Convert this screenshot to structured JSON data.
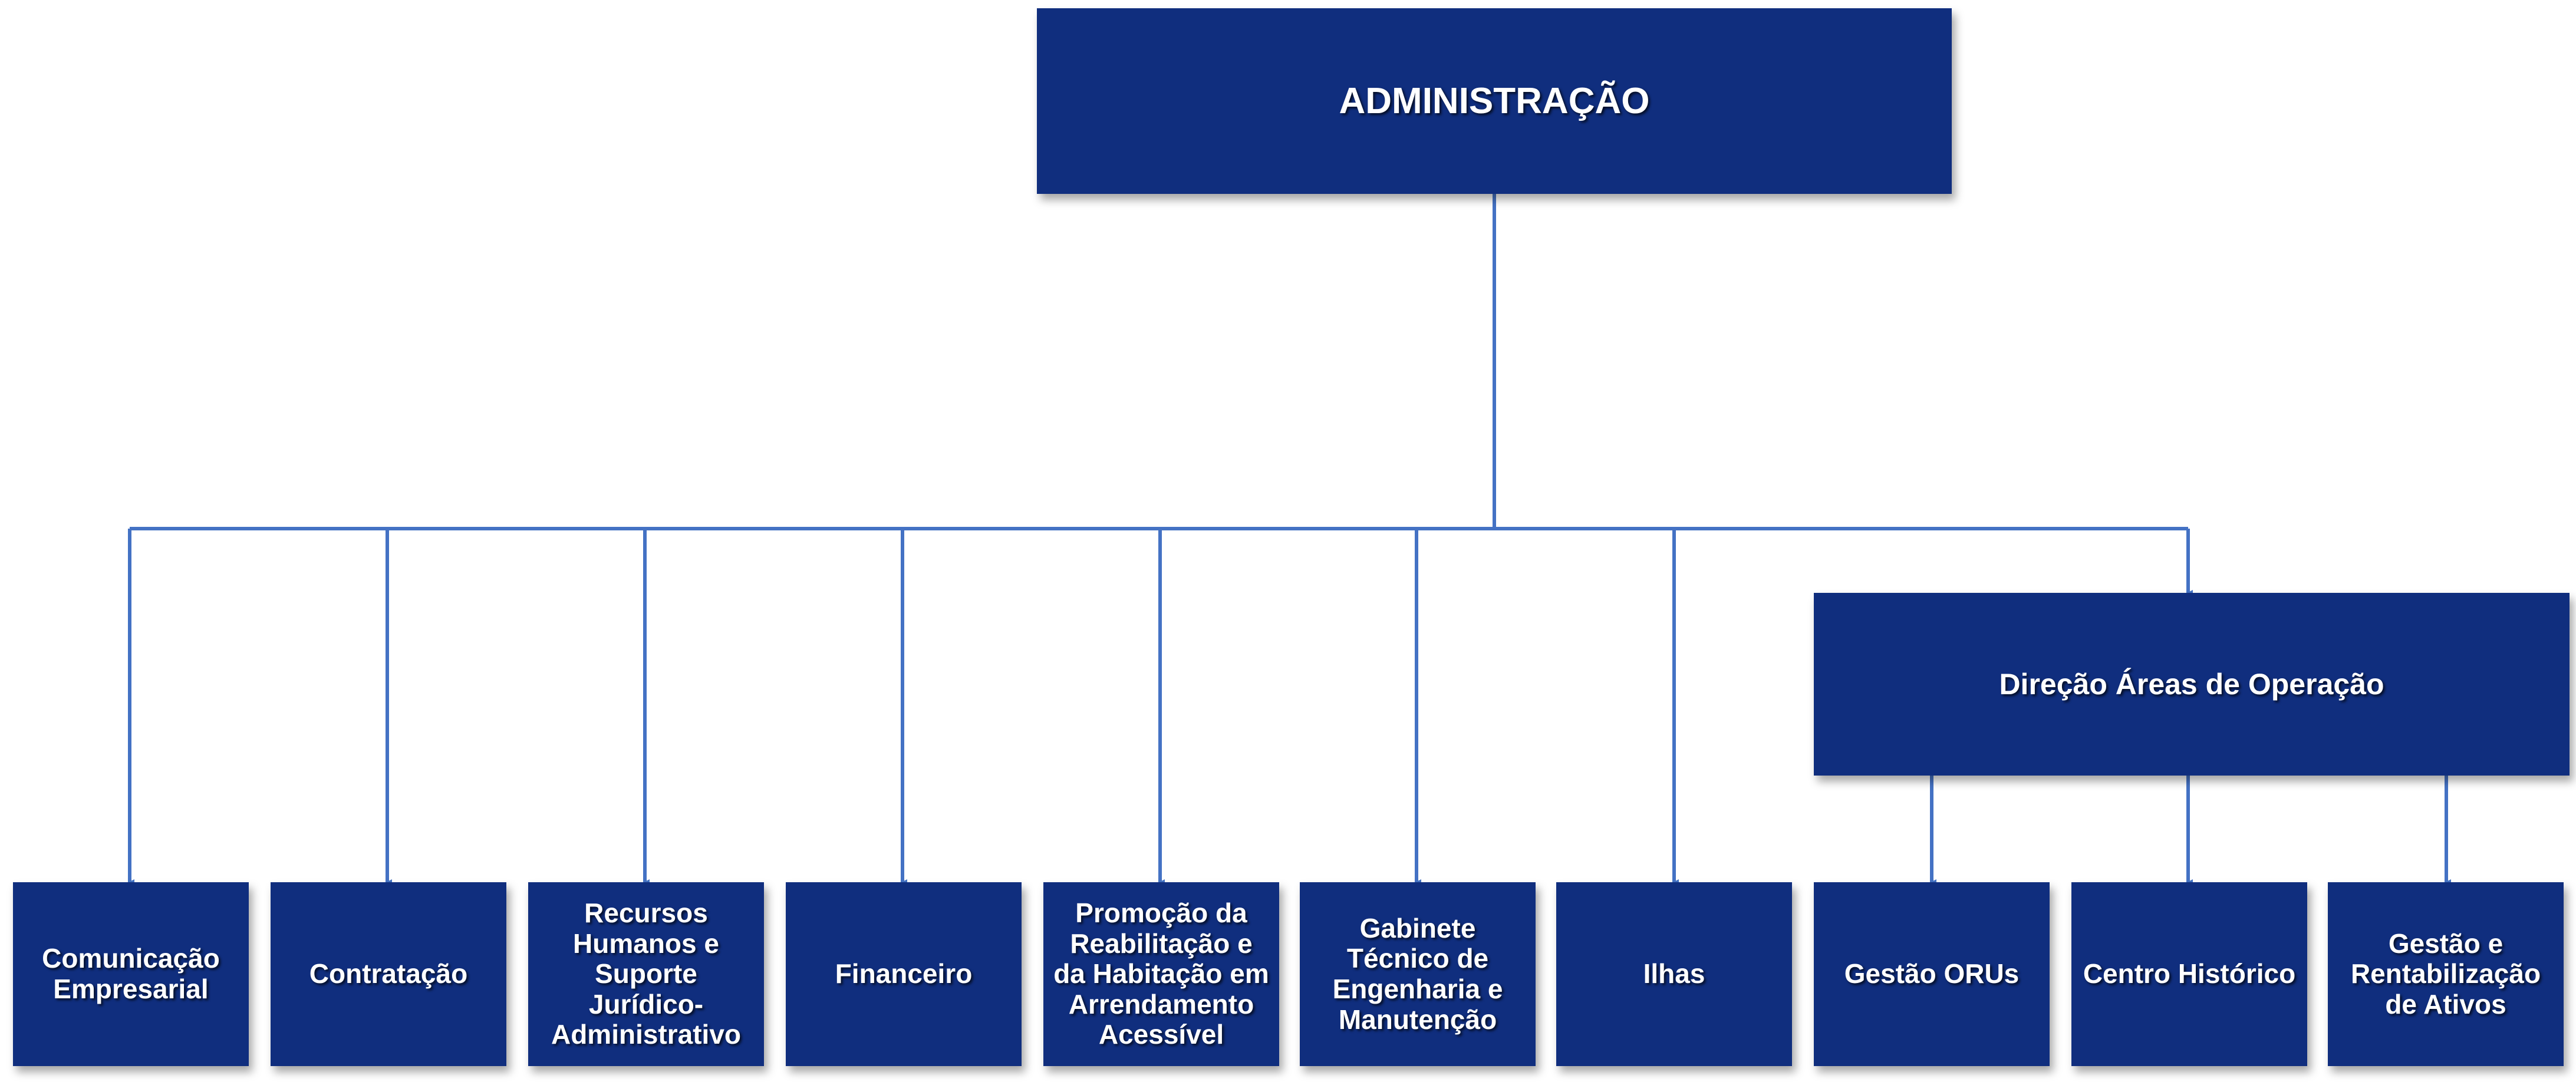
{
  "colors": {
    "box": "#102e7e",
    "connector": "#4472c4",
    "text": "#ffffff"
  },
  "root": {
    "label": "ADMINISTRAÇÃO"
  },
  "direction": {
    "label": "Direção Áreas de Operação"
  },
  "units": [
    {
      "label": "Comunicação Empresarial"
    },
    {
      "label": "Contratação"
    },
    {
      "label": "Recursos Humanos e Suporte Jurídico-Administrativo"
    },
    {
      "label": "Financeiro"
    },
    {
      "label": "Promoção da Reabilitação e da Habitação em Arrendamento Acessível"
    },
    {
      "label": "Gabinete Técnico de Engenharia e Manutenção"
    },
    {
      "label": "Ilhas"
    }
  ],
  "operations": [
    {
      "label": "Gestão ORUs"
    },
    {
      "label": "Centro Histórico"
    },
    {
      "label": "Gestão e Rentabilização de Ativos"
    }
  ]
}
